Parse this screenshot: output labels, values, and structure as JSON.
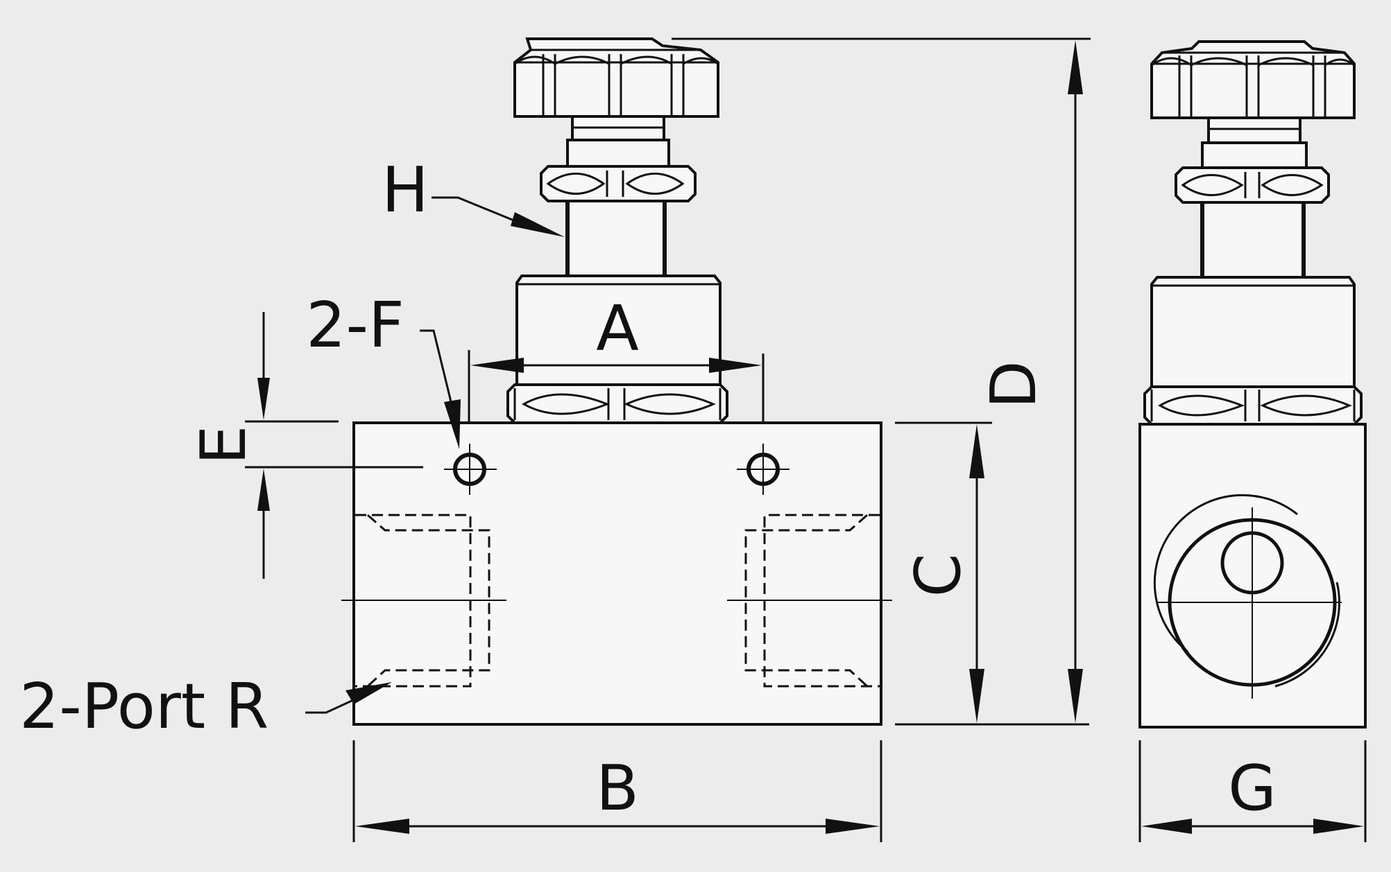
{
  "diagram": {
    "labels": {
      "h": "H",
      "f": "2-F",
      "a": "A",
      "e": "E",
      "d": "D",
      "c": "C",
      "r": "2-Port R",
      "b": "B",
      "g": "G"
    },
    "colors": {
      "ink": "#111111",
      "paper": "#ececec"
    }
  }
}
